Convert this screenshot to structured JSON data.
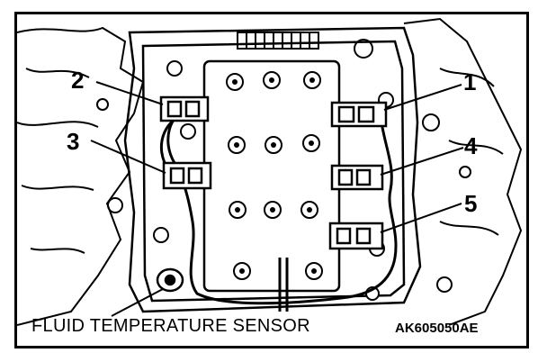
{
  "callouts": [
    {
      "id": "1",
      "label": "1"
    },
    {
      "id": "2",
      "label": "2"
    },
    {
      "id": "3",
      "label": "3"
    },
    {
      "id": "4",
      "label": "4"
    },
    {
      "id": "5",
      "label": "5"
    }
  ],
  "caption": "FLUID TEMPERATURE SENSOR",
  "figure_id": "AK605050AE"
}
